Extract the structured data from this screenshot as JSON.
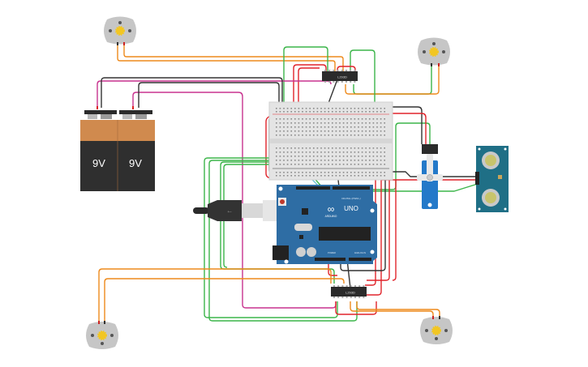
{
  "canvas": {
    "title": "Circuit schematic view",
    "background": "#ffffff"
  },
  "components": {
    "battery_1": {
      "label": "9V",
      "type": "9V battery"
    },
    "battery_2": {
      "label": "9V",
      "type": "9V battery"
    },
    "motor_top_left": {
      "type": "DC motor"
    },
    "motor_top_right": {
      "type": "DC motor"
    },
    "motor_bottom_left": {
      "type": "DC motor"
    },
    "motor_bottom_right": {
      "type": "DC motor"
    },
    "driver_top": {
      "label": "L293D",
      "type": "H-bridge motor driver"
    },
    "driver_bottom": {
      "label": "L293D",
      "type": "H-bridge motor driver"
    },
    "breadboard": {
      "type": "small breadboard"
    },
    "arduino": {
      "label": "UNO",
      "brand": "ARDUINO",
      "digital_label": "DIGITAL (PWM~)",
      "power_label": "POWER",
      "analog_label": "ANALOG IN",
      "type": "Arduino Uno R3"
    },
    "usb_cable": {
      "type": "USB cable"
    },
    "servo": {
      "type": "Micro servo"
    },
    "ultrasonic": {
      "type": "Ultrasonic distance sensor"
    }
  },
  "colors": {
    "wire_red": "#e0242b",
    "wire_black": "#333333",
    "wire_green": "#3cb54a",
    "wire_orange": "#ee8a1c",
    "wire_magenta": "#c8338f",
    "wire_cyan": "#6fc3d6",
    "arduino_blue": "#2e6da4",
    "sensor_teal": "#1f6f86",
    "servo_blue": "#2479c9",
    "battery_top": "#d08a4e",
    "battery_body": "#2f2f2f",
    "motor_gray": "#c6c6c6",
    "motor_gear": "#f2c622"
  }
}
